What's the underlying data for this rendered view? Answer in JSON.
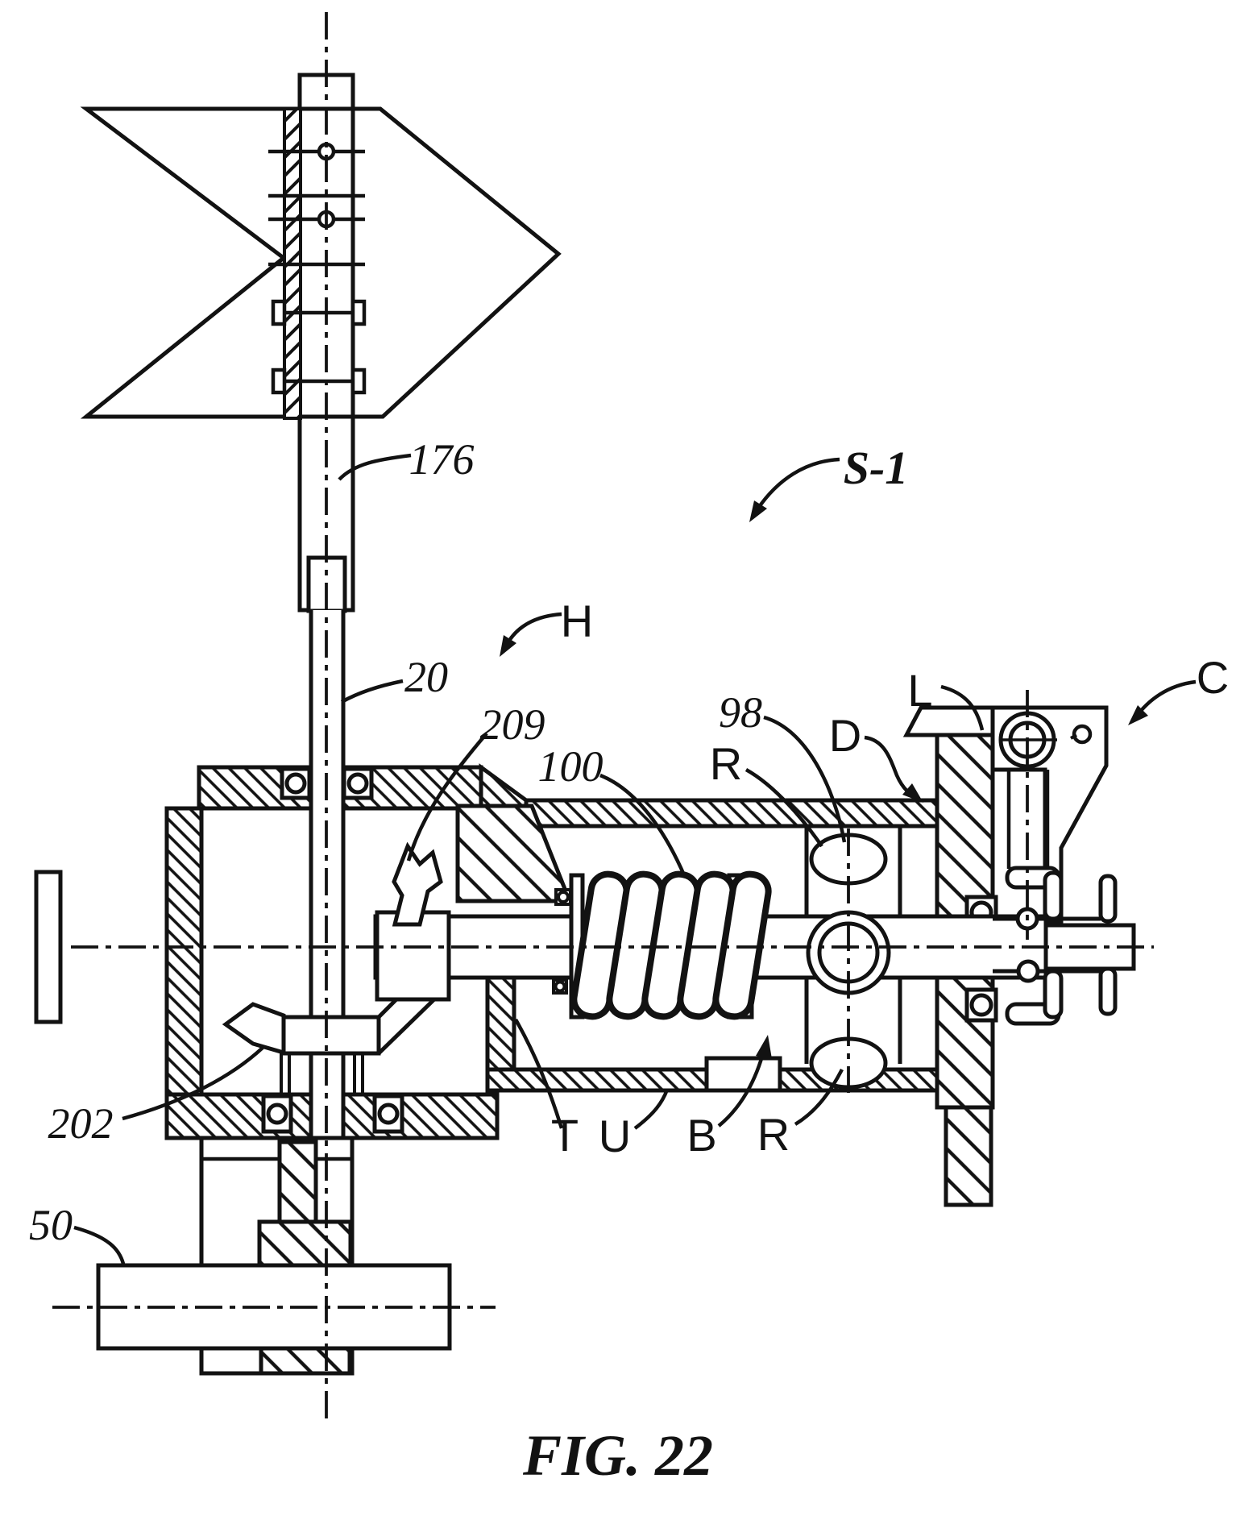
{
  "caption": "FIG. 22",
  "refs": {
    "r176": "176",
    "s1": "S-1",
    "h": "H",
    "n20": "20",
    "n209": "209",
    "n100": "100",
    "n98": "98",
    "rUpper": "R",
    "d": "D",
    "l": "L",
    "c": "C",
    "t": "T",
    "u": "U",
    "b": "B",
    "rLower": "R",
    "n202": "202",
    "n50": "50"
  },
  "colors": {
    "ink": "#121212",
    "paper": "#ffffff"
  }
}
